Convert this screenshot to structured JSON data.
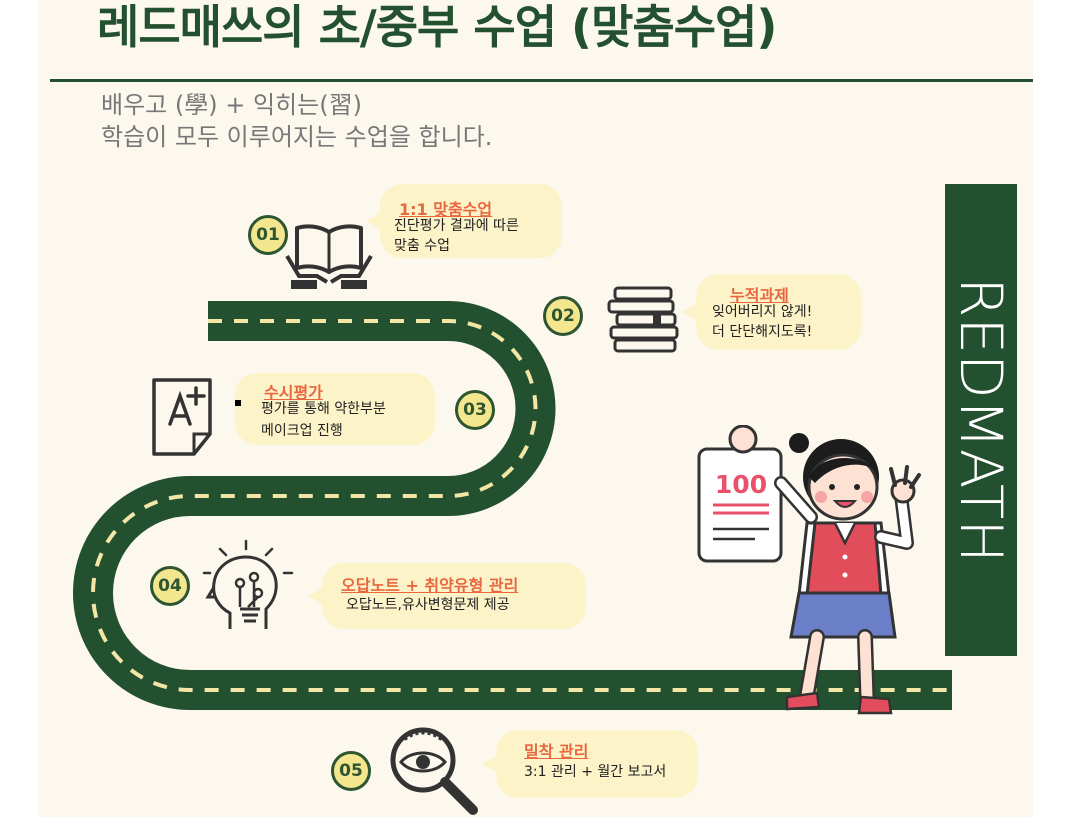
{
  "header": {
    "title": "레드매쓰의 초/중부 수업 (맞춤수업)",
    "line1": "배우고 (學) + 익히는(習)",
    "line2": "학습이 모두 이루어지는 수업을 합니다."
  },
  "brand": "REDMATH",
  "steps": [
    {
      "num": "01",
      "title": "1:1 맞춤수업",
      "desc1": "진단평가 결과에 따른",
      "desc2": "맞춤 수업",
      "icon": "open-book-hands-icon"
    },
    {
      "num": "02",
      "title": "누적과제",
      "desc1": "잊어버리지 않게!",
      "desc2": "더 단단해지도록!",
      "icon": "book-stack-icon"
    },
    {
      "num": "03",
      "title": "수시평가",
      "desc1": "평가를 통해 약한부분",
      "desc2": "메이크업 진행",
      "icon": "graded-paper-icon"
    },
    {
      "num": "04",
      "title": "오답노트 + 취약유형 관리",
      "desc1": "오답노트,유사변형문제 제공",
      "icon": "head-lightbulb-icon"
    },
    {
      "num": "05",
      "title": "밀착 관리",
      "desc1": "3:1 관리 + 월간 보고서",
      "icon": "magnifier-eye-icon"
    }
  ],
  "illustration": {
    "score": "100"
  },
  "colors": {
    "green": "#23502f",
    "accent": "#e9673f",
    "bubble": "#fcf3c8",
    "badge": "#f4e58f",
    "road_dash": "#f3e6a6"
  }
}
